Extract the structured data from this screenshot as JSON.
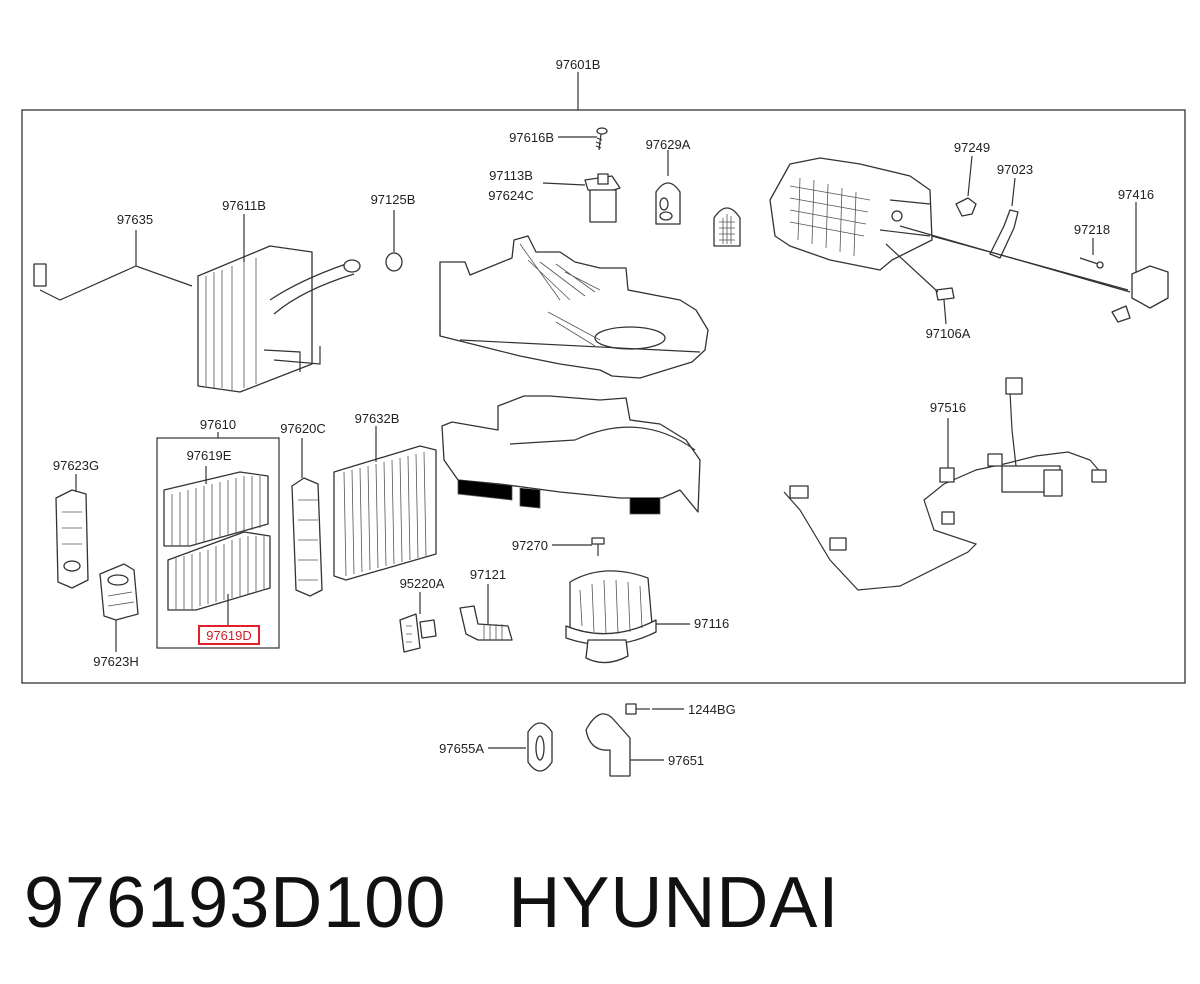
{
  "diagram": {
    "labels": {
      "l97601B": "97601B",
      "l97616B": "97616B",
      "l97629A": "97629A",
      "l97113B": "97113B",
      "l97624C": "97624C",
      "l97249": "97249",
      "l97023": "97023",
      "l97416": "97416",
      "l97218": "97218",
      "l97106A": "97106A",
      "l97635": "97635",
      "l97611B": "97611B",
      "l97125B": "97125B",
      "l97610": "97610",
      "l97619E": "97619E",
      "l97620C": "97620C",
      "l97632B": "97632B",
      "l97623G": "97623G",
      "l97619D": "97619D",
      "l97623H": "97623H",
      "l97516": "97516",
      "l97270": "97270",
      "l97121": "97121",
      "l95220A": "95220A",
      "l97116": "97116",
      "l1244BG": "1244BG",
      "l97655A": "97655A",
      "l97651": "97651"
    },
    "highlight_color": "#e0202a"
  },
  "footer": {
    "part_number": "976193D100",
    "brand": "HYUNDAI"
  }
}
